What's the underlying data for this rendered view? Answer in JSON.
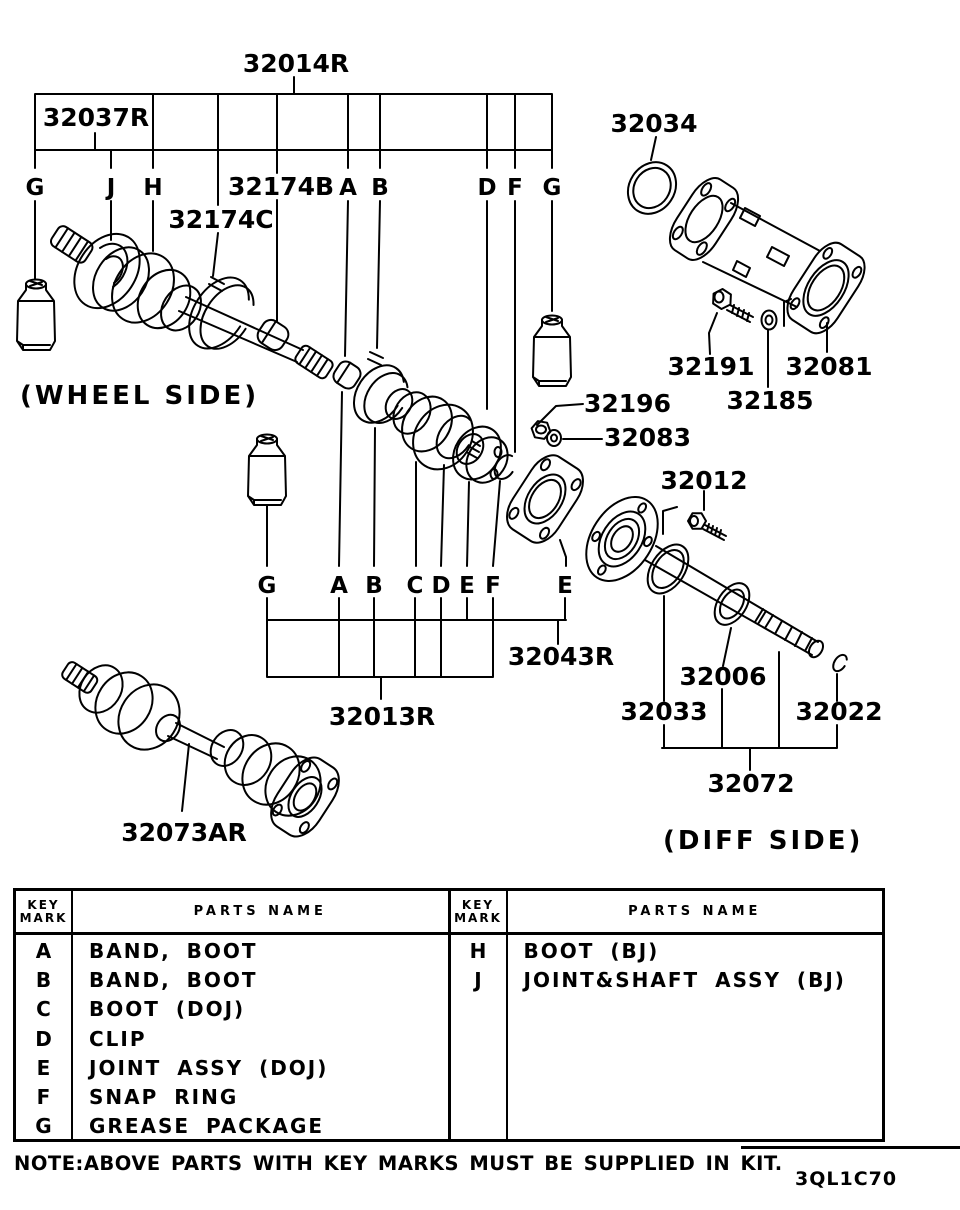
{
  "labels": {
    "p32014R": "32014R",
    "p32037R": "32037R",
    "p32174B": "32174B",
    "p32174C": "32174C",
    "p32034": "32034",
    "p32191": "32191",
    "p32185": "32185",
    "p32081": "32081",
    "p32196": "32196",
    "p32083": "32083",
    "p32012": "32012",
    "p32043R": "32043R",
    "p32013R": "32013R",
    "p32033": "32033",
    "p32006": "32006",
    "p32022": "32022",
    "p32072": "32072",
    "p32073AR": "32073AR"
  },
  "side_labels": {
    "wheel": "(WHEEL SIDE)",
    "diff": "(DIFF SIDE)"
  },
  "key_letters": {
    "top": [
      "G",
      "J",
      "H",
      "A",
      "B",
      "D",
      "F",
      "G"
    ],
    "mid": [
      "G",
      "A",
      "B",
      "C",
      "D",
      "E",
      "F",
      "E"
    ]
  },
  "table": {
    "left": {
      "headers": {
        "key1": "KEY",
        "key2": "MARK",
        "parts": "PARTS NAME"
      },
      "rows": [
        {
          "mark": "A",
          "name": "BAND, BOOT"
        },
        {
          "mark": "B",
          "name": "BAND, BOOT"
        },
        {
          "mark": "C",
          "name": "BOOT (DOJ)"
        },
        {
          "mark": "D",
          "name": "CLIP"
        },
        {
          "mark": "E",
          "name": "JOINT ASSY (DOJ)"
        },
        {
          "mark": "F",
          "name": "SNAP RING"
        },
        {
          "mark": "G",
          "name": "GREASE PACKAGE"
        }
      ]
    },
    "right": {
      "headers": {
        "key1": "KEY",
        "key2": "MARK",
        "parts": "PARTS NAME"
      },
      "rows": [
        {
          "mark": "H",
          "name": "BOOT (BJ)"
        },
        {
          "mark": "J",
          "name": "JOINT&SHAFT ASSY (BJ)"
        }
      ]
    }
  },
  "note": "NOTE:ABOVE PARTS WITH KEY MARKS MUST BE SUPPLIED IN KIT.",
  "doc_code": "3QL1C70"
}
